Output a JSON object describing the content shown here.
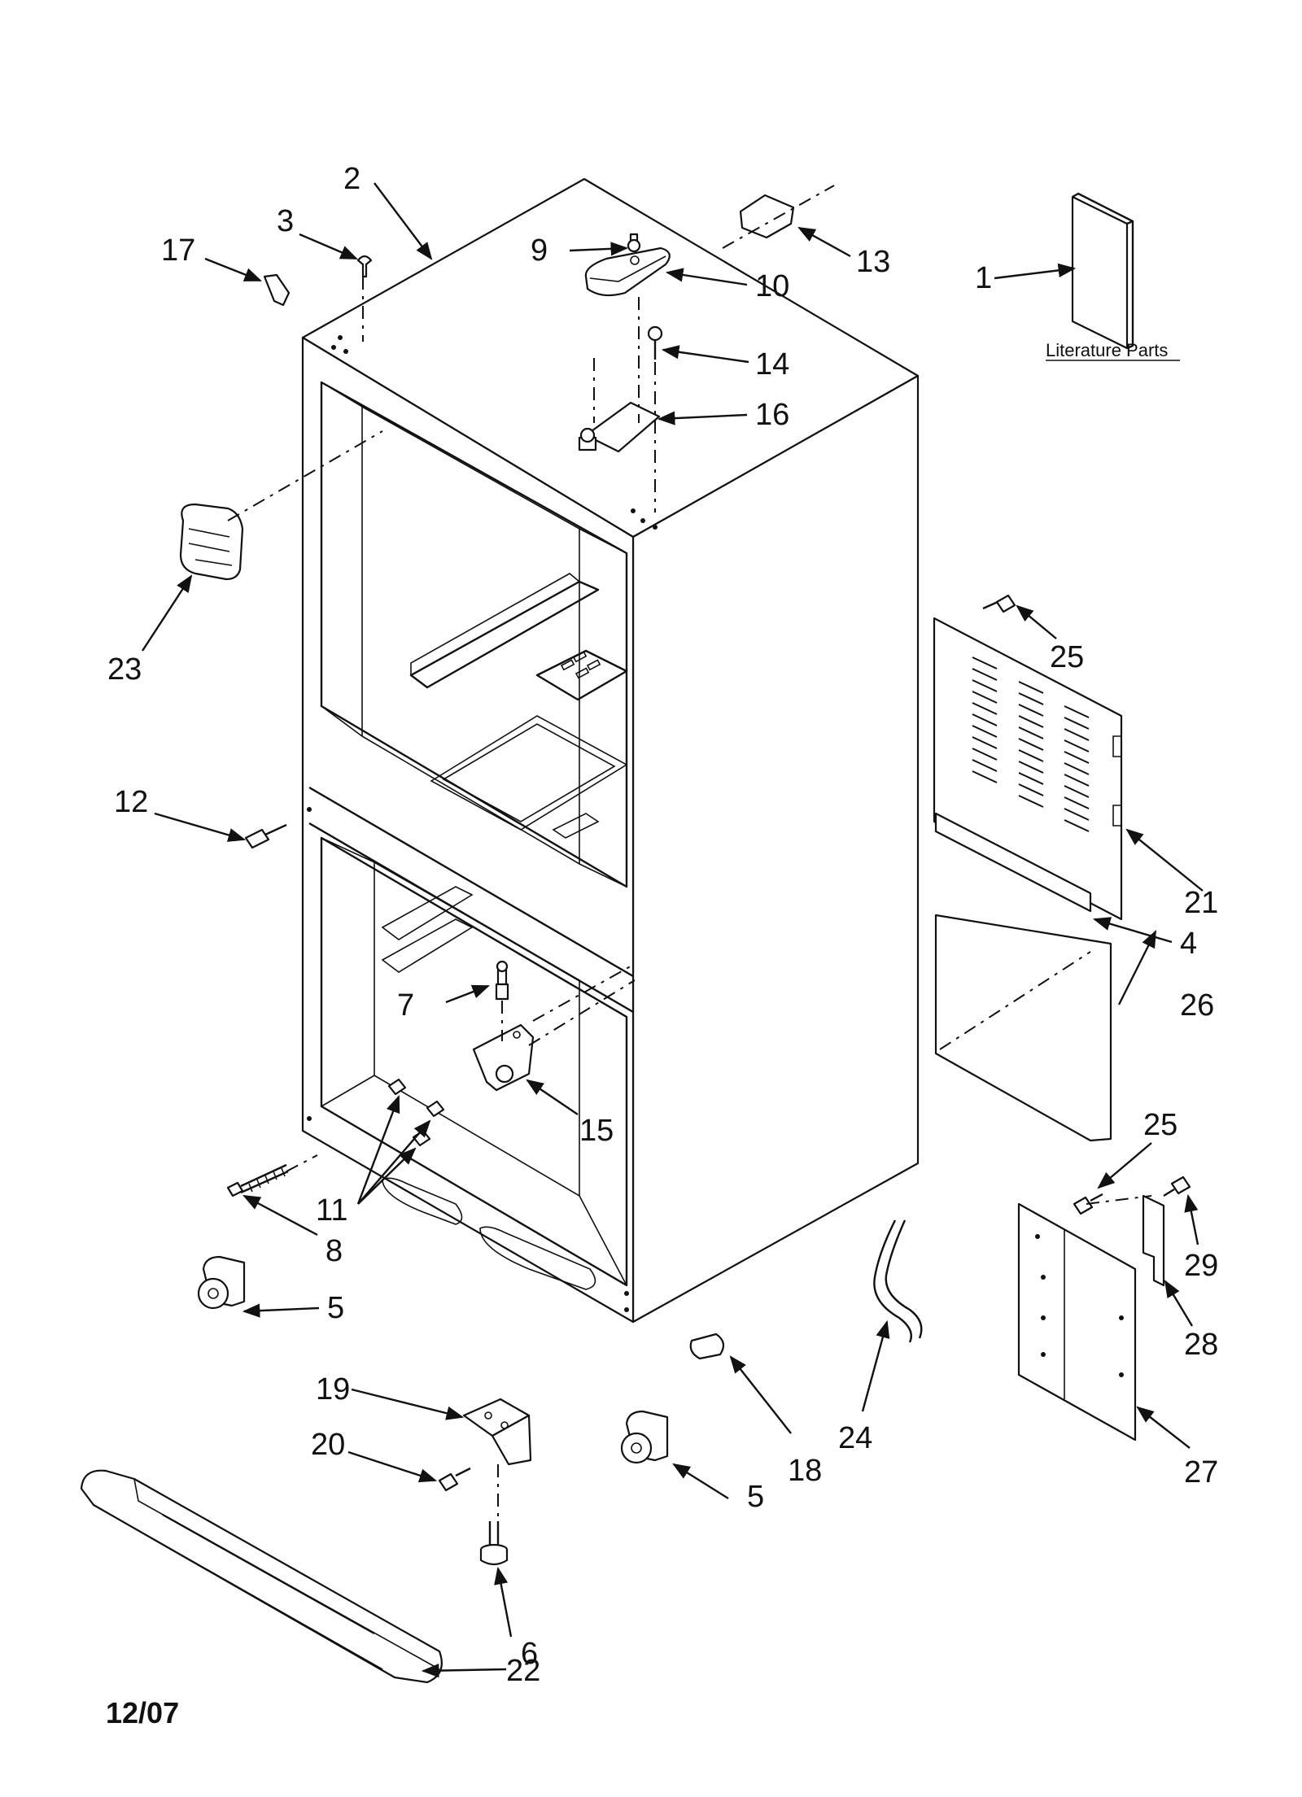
{
  "diagram": {
    "literature_label": "Literature Parts",
    "date_code": "12/07",
    "callouts": {
      "c1": "1",
      "c2": "2",
      "c3": "3",
      "c4": "4",
      "c5a": "5",
      "c5b": "5",
      "c6": "6",
      "c7": "7",
      "c8": "8",
      "c9": "9",
      "c10": "10",
      "c11": "11",
      "c12": "12",
      "c13": "13",
      "c14": "14",
      "c15": "15",
      "c16": "16",
      "c17": "17",
      "c18": "18",
      "c19": "19",
      "c20": "20",
      "c21": "21",
      "c22": "22",
      "c23": "23",
      "c24": "24",
      "c25a": "25",
      "c25b": "25",
      "c26": "26",
      "c27": "27",
      "c28": "28",
      "c29": "29"
    }
  }
}
